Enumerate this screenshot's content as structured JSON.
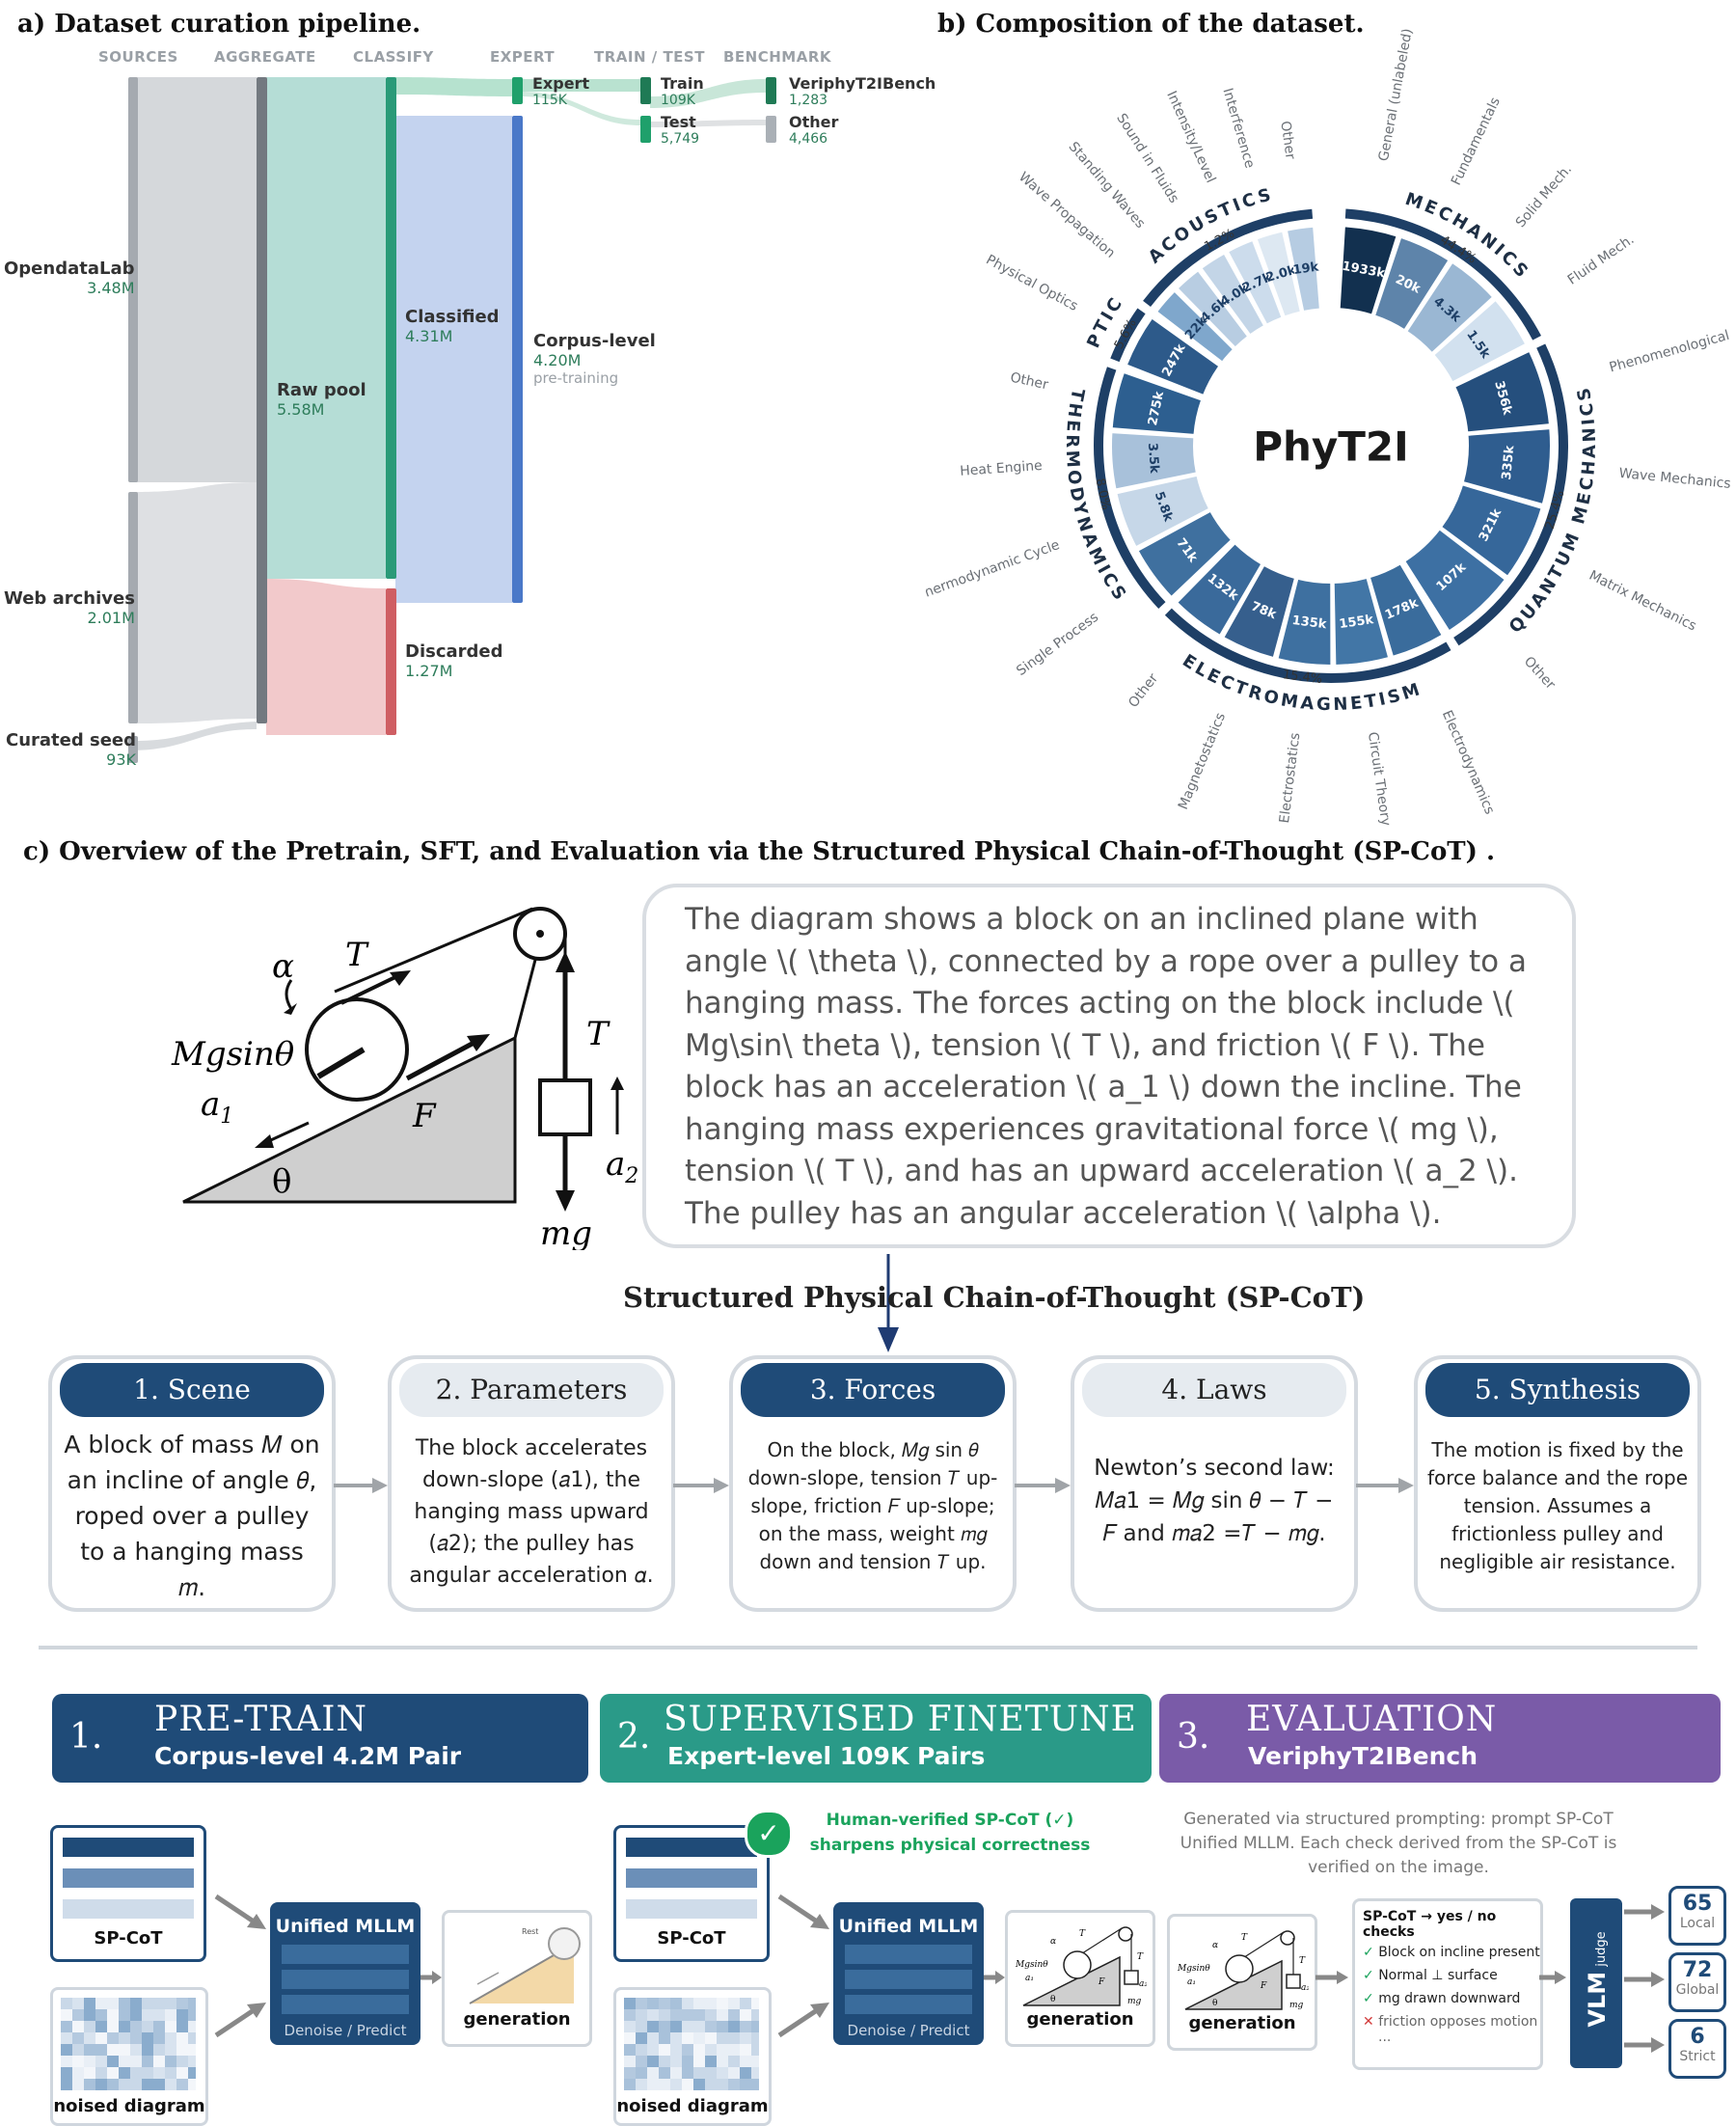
{
  "section_a": {
    "title": "a)  Dataset curation pipeline.",
    "columns": [
      "SOURCES",
      "AGGREGATE",
      "CLASSIFY",
      "EXPERT",
      "TRAIN / TEST",
      "BENCHMARK"
    ],
    "nodes": {
      "opendatalab": {
        "label": "OpendataLab",
        "value": "3.48M"
      },
      "web": {
        "label": "Web archives",
        "value": "2.01M"
      },
      "seed": {
        "label": "Curated seed",
        "value": "93K"
      },
      "raw": {
        "label": "Raw pool",
        "value": "5.58M"
      },
      "classified": {
        "label": "Classified",
        "value": "4.31M"
      },
      "discarded": {
        "label": "Discarded",
        "value": "1.27M"
      },
      "corpus": {
        "label": "Corpus-level",
        "value": "4.20M",
        "sub": "pre-training"
      },
      "expert": {
        "label": "Expert",
        "value": "115K"
      },
      "train": {
        "label": "Train",
        "value": "109K"
      },
      "test": {
        "label": "Test",
        "value": "5,749"
      },
      "bench": {
        "label": "VeriphyT2IBench",
        "value": "1,283"
      },
      "other": {
        "label": "Other",
        "value": "4,466"
      }
    }
  },
  "section_b": {
    "title": "b) Composition of the dataset.",
    "center": "PhyT2I",
    "chart_data": {
      "type": "sunburst",
      "groups": [
        {
          "name": "MECHANICS",
          "share": "44.4%",
          "color": "#1d3b5c",
          "items": [
            {
              "label": "General (unlabeled)",
              "value": "1933k"
            },
            {
              "label": "Fundamentals",
              "value": "20k"
            },
            {
              "label": "Solid Mech.",
              "value": "4.3k"
            },
            {
              "label": "Fluid Mech.",
              "value": "1.5k"
            }
          ]
        },
        {
          "name": "QUANTUM MECHANICS",
          "share": "25.4%",
          "color": "#2c5d8f",
          "items": [
            {
              "label": "Phenomenological",
              "value": "356k"
            },
            {
              "label": "Wave Mechanics",
              "value": "335k"
            },
            {
              "label": "Matrix Mechanics",
              "value": "321k"
            },
            {
              "label": "Other",
              "value": "107k"
            }
          ]
        },
        {
          "name": "ELECTROMAGNETISM",
          "share": "15.4%",
          "color": "#3a6c9c",
          "items": [
            {
              "label": "Electrodynamics",
              "value": "178k"
            },
            {
              "label": "Circuit Theory",
              "value": "155k"
            },
            {
              "label": "Electrostatics",
              "value": "135k"
            },
            {
              "label": "Magnetostatics",
              "value": "78k"
            },
            {
              "label": "Other",
              "value": "132k"
            }
          ]
        },
        {
          "name": "THERMODYNAMICS",
          "share": "8.0%",
          "color": "#3a6c9c",
          "items": [
            {
              "label": "Single Process",
              "value": "71k"
            },
            {
              "label": "Thermodynamic Cycle",
              "value": "5.8k"
            },
            {
              "label": "Heat Engine",
              "value": "3.5k"
            },
            {
              "label": "Other",
              "value": "275k"
            }
          ]
        },
        {
          "name": "OPTICS",
          "share": "5.6%",
          "color": "#2f5f8e",
          "items": [
            {
              "label": "Physical Optics",
              "value": "247k"
            }
          ]
        },
        {
          "name": "ACOUSTICS",
          "share": "1.2%",
          "color": "#7aa3c9",
          "items": [
            {
              "label": "Wave Propagation",
              "value": "22k"
            },
            {
              "label": "Standing Waves",
              "value": "4.6k"
            },
            {
              "label": "Sound in Fluids",
              "value": "4.0k"
            },
            {
              "label": "Intensity/Level",
              "value": "2.7k"
            },
            {
              "label": "Interference",
              "value": "2.0k"
            },
            {
              "label": "Other",
              "value": "19k"
            }
          ]
        }
      ]
    }
  },
  "section_c": {
    "title": "c)   Overview of the Pretrain, SFT, and Evaluation via the Structured Physical Chain-of-Thought (SP-CoT) .",
    "description": "The diagram shows a block on an inclined plane with angle \\( \\theta \\), connected by a rope over a pulley to a hanging mass. The forces acting on the block include \\( Mg\\sin\\ theta \\), tension \\( T \\), and friction \\( F \\). The block has an acceleration \\( a_1 \\) down the incline. The hanging mass experiences gravitational force \\( mg \\), tension \\( T \\), and has an upward acceleration \\( a_2 \\). The pulley has an angular acceleration \\( \\alpha \\).",
    "spcot_title": "Structured Physical Chain-of-Thought (SP-CoT)",
    "figure_labels": {
      "alpha": "α",
      "T": "T",
      "Mgsin": "Mgsinθ",
      "a1": "a",
      "a1sub": "1",
      "F": "F",
      "theta": "θ",
      "T2": "T",
      "a2": "a",
      "a2sub": "2",
      "mg": "mg"
    },
    "steps": [
      {
        "title": "1. Scene",
        "text": "A block of mass 𝑀 on an incline of angle 𝜃, roped over a pulley to a hanging mass 𝑚."
      },
      {
        "title": "2. Parameters",
        "text": "The block accelerates down-slope (𝑎1), the hanging mass upward (𝑎2); the pulley has angular acceleration 𝛼."
      },
      {
        "title": "3. Forces",
        "text": "On the block, 𝑀𝑔 sin 𝜃 down-slope, tension 𝑇 up-slope, friction 𝐹 up-slope; on the mass, weight 𝑚𝑔 down and tension 𝑇 up."
      },
      {
        "title": "4. Laws",
        "text": "Newton’s second law: 𝑀𝑎1 = 𝑀𝑔 sin 𝜃 − 𝑇 − 𝐹 and 𝑚𝑎2 =𝑇 − 𝑚𝑔."
      },
      {
        "title": "5. Synthesis",
        "text": "The motion is fixed by the force balance and the rope tension. Assumes a frictionless pulley and negligible air resistance."
      }
    ],
    "phases": [
      {
        "num": "1.",
        "title": "PRE-TRAIN",
        "sub": "Corpus-level 4.2M Pair"
      },
      {
        "num": "2.",
        "title": "SUPERVISED FINETUNE",
        "sub": "Expert-level 109K Pairs"
      },
      {
        "num": "3.",
        "title": "EVALUATION",
        "sub": "VeriphyT2IBench"
      }
    ],
    "pretrain": {
      "spcot": "SP-CoT",
      "noised": "noised diagram",
      "mllm": "Unified MLLM",
      "mllm_sub": "Denoise / Predict",
      "gen": "generation",
      "rest": "Rest"
    },
    "sft": {
      "spcot": "SP-CoT",
      "noised": "noised diagram",
      "mllm": "Unified MLLM",
      "mllm_sub": "Denoise / Predict",
      "gen": "generation",
      "verified": "Human-verified SP-CoT (✓) sharpens physical correctness"
    },
    "eval": {
      "note": "Generated via structured prompting: prompt SP-CoT Unified MLLM. Each check derived from the SP-CoT is verified on the image.",
      "gen": "generation",
      "checks_title": "SP-CoT → yes / no checks",
      "checks": [
        {
          "mark": "✓",
          "text": "Block on incline present"
        },
        {
          "mark": "✓",
          "text": "Normal ⊥ surface"
        },
        {
          "mark": "✓",
          "text": "mg drawn downward"
        },
        {
          "mark": "✕",
          "text": "friction opposes motion"
        }
      ],
      "ellipsis": "...",
      "judge_title": "VLM",
      "judge_sub": "judge",
      "scores": [
        {
          "value": "65",
          "label": "Local"
        },
        {
          "value": "72",
          "label": "Global"
        },
        {
          "value": "6",
          "label": "Strict"
        }
      ]
    }
  }
}
